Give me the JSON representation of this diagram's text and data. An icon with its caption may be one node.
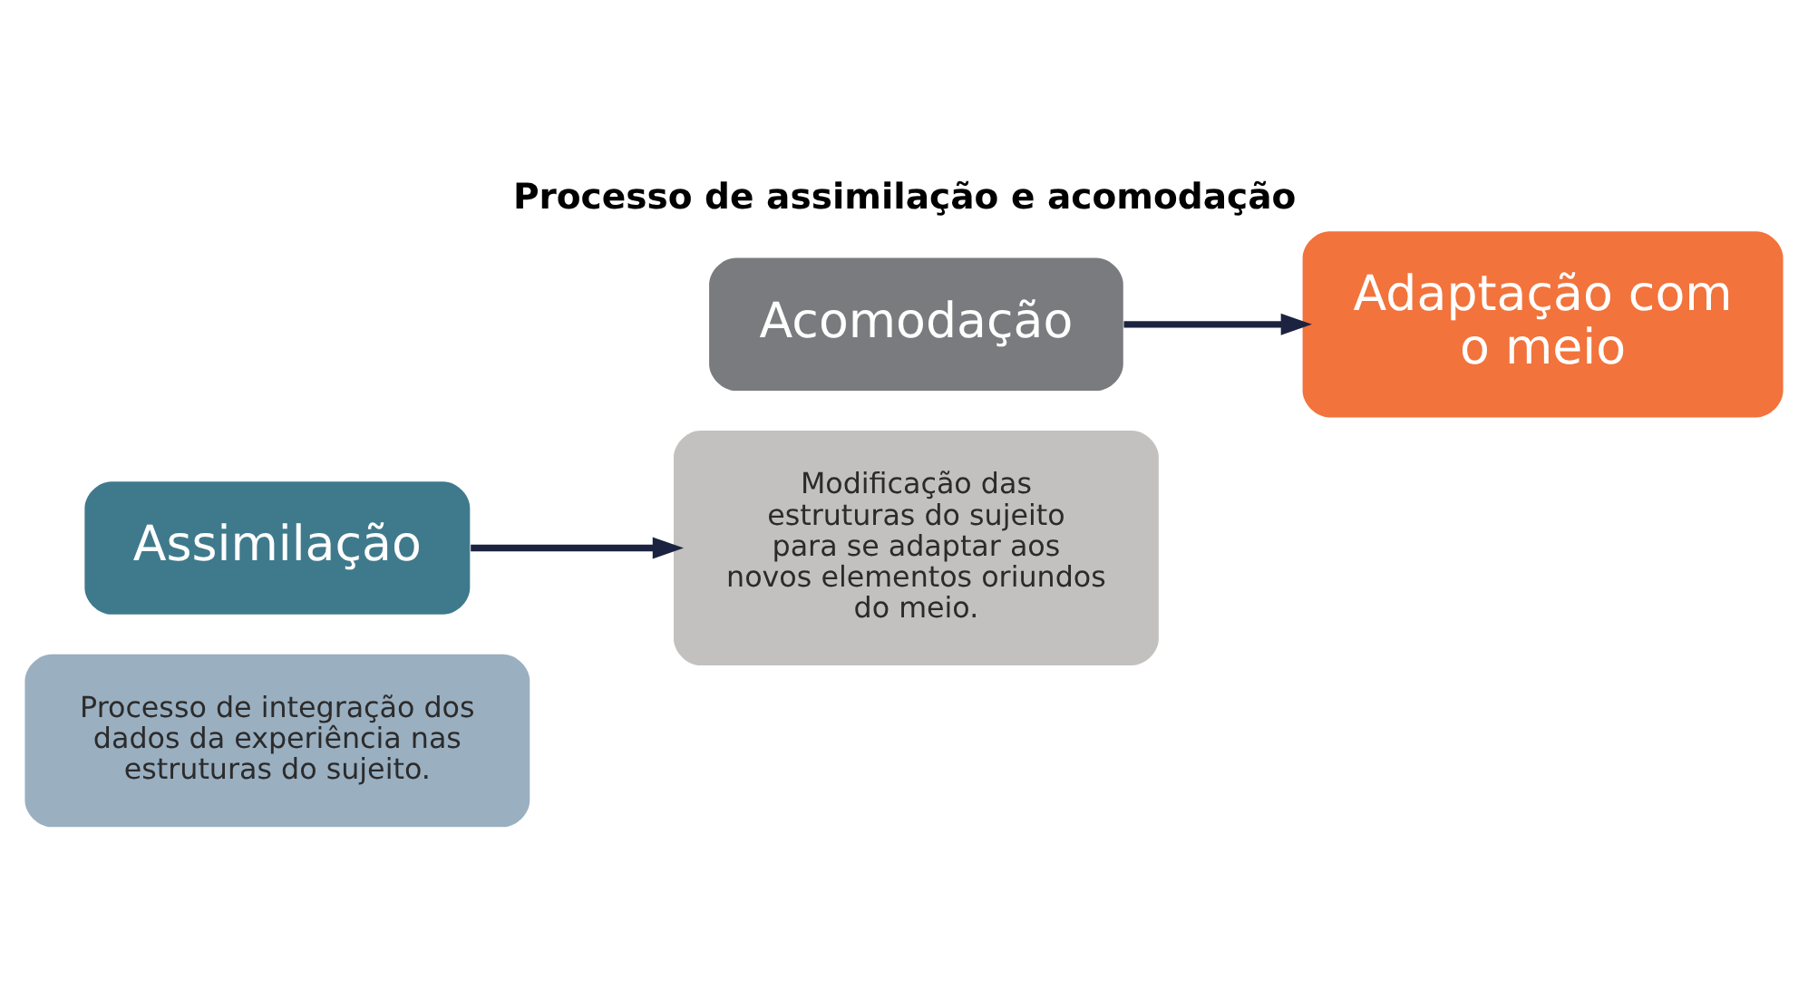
{
  "diagram": {
    "title": "Processo de assimilação e acomodação",
    "nodes": [
      {
        "text": [
          "Processo de integração dos dados da experiência nas estruturas do sujeito."
        ]
      },
      {
        "text": [
          "Assimilação"
        ]
      },
      {
        "text": [
          "Modificação das estruturas do sujeito para se adaptar aos novos elementos oriundos do meio."
        ]
      },
      {
        "text": [
          "Acomodação"
        ]
      },
      {
        "text": [
          "Adaptação com o meio"
        ]
      }
    ],
    "edges": [
      {
        "from": 1,
        "to": 2,
        "arrow": "to"
      },
      {
        "from": 3,
        "to": 4,
        "arrow": "to"
      }
    ]
  }
}
